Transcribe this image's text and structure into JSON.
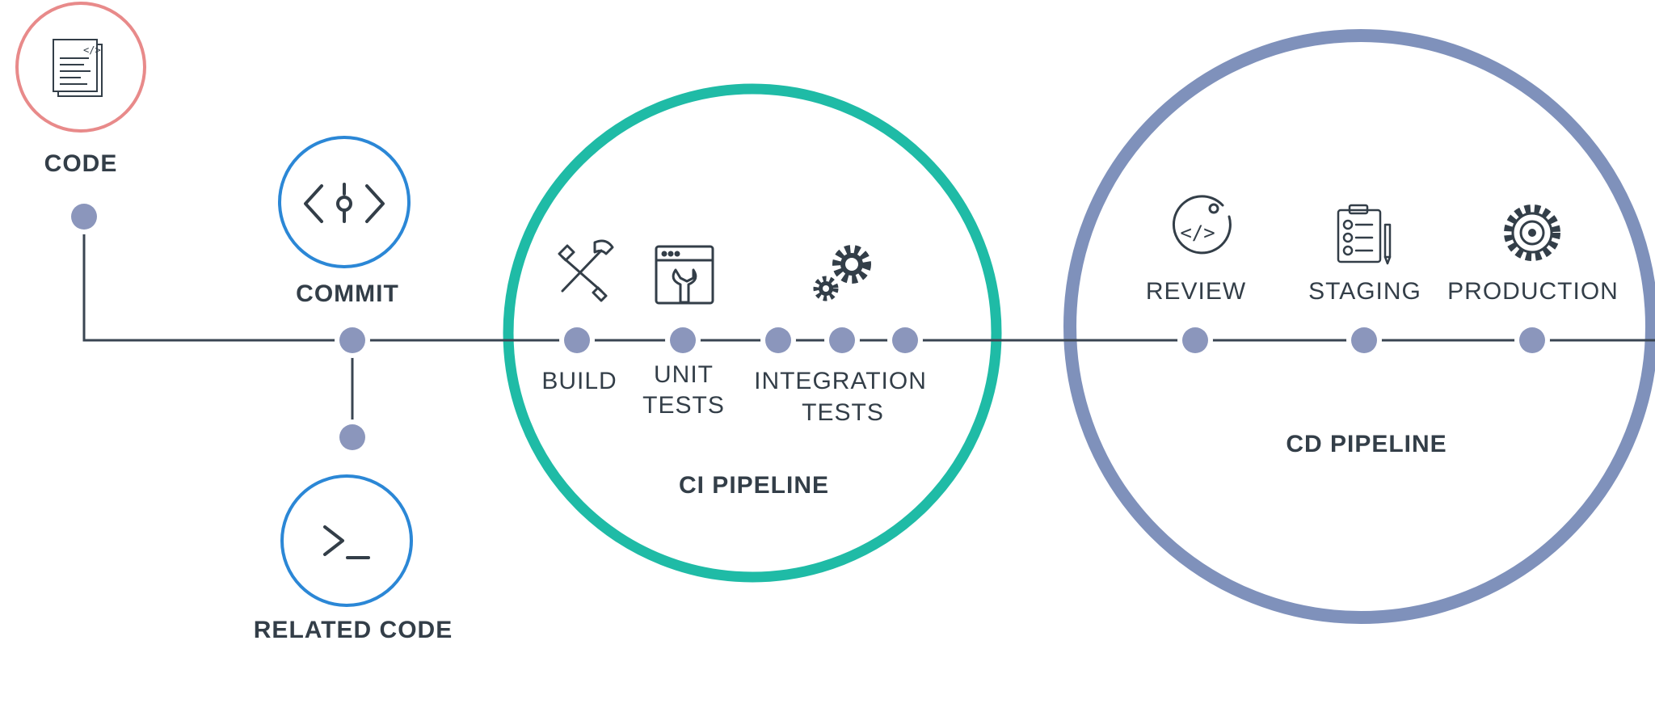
{
  "colors": {
    "code_circle": "#e88a8a",
    "blue_circle": "#2b87d6",
    "ci_circle": "#1fbba6",
    "cd_circle": "#7f91bb",
    "node": "#8b96bc",
    "line": "#3a4552",
    "text": "#333e48"
  },
  "labels": {
    "code": "CODE",
    "commit": "COMMIT",
    "related_code": "RELATED CODE",
    "build": "BUILD",
    "unit_tests_1": "UNIT",
    "unit_tests_2": "TESTS",
    "integration_tests_1": "INTEGRATION",
    "integration_tests_2": "TESTS",
    "ci_pipeline": "CI PIPELINE",
    "review": "REVIEW",
    "staging": "STAGING",
    "production": "PRODUCTION",
    "cd_pipeline": "CD PIPELINE"
  },
  "icons": {
    "code": "code-document-icon",
    "commit": "commit-code-icon",
    "related_code": "terminal-prompt-icon",
    "build": "hammer-wrench-icon",
    "unit_tests": "browser-wrench-icon",
    "integration_tests": "gears-icon",
    "review": "code-review-icon",
    "staging": "clipboard-checklist-icon",
    "production": "gear-icon"
  }
}
